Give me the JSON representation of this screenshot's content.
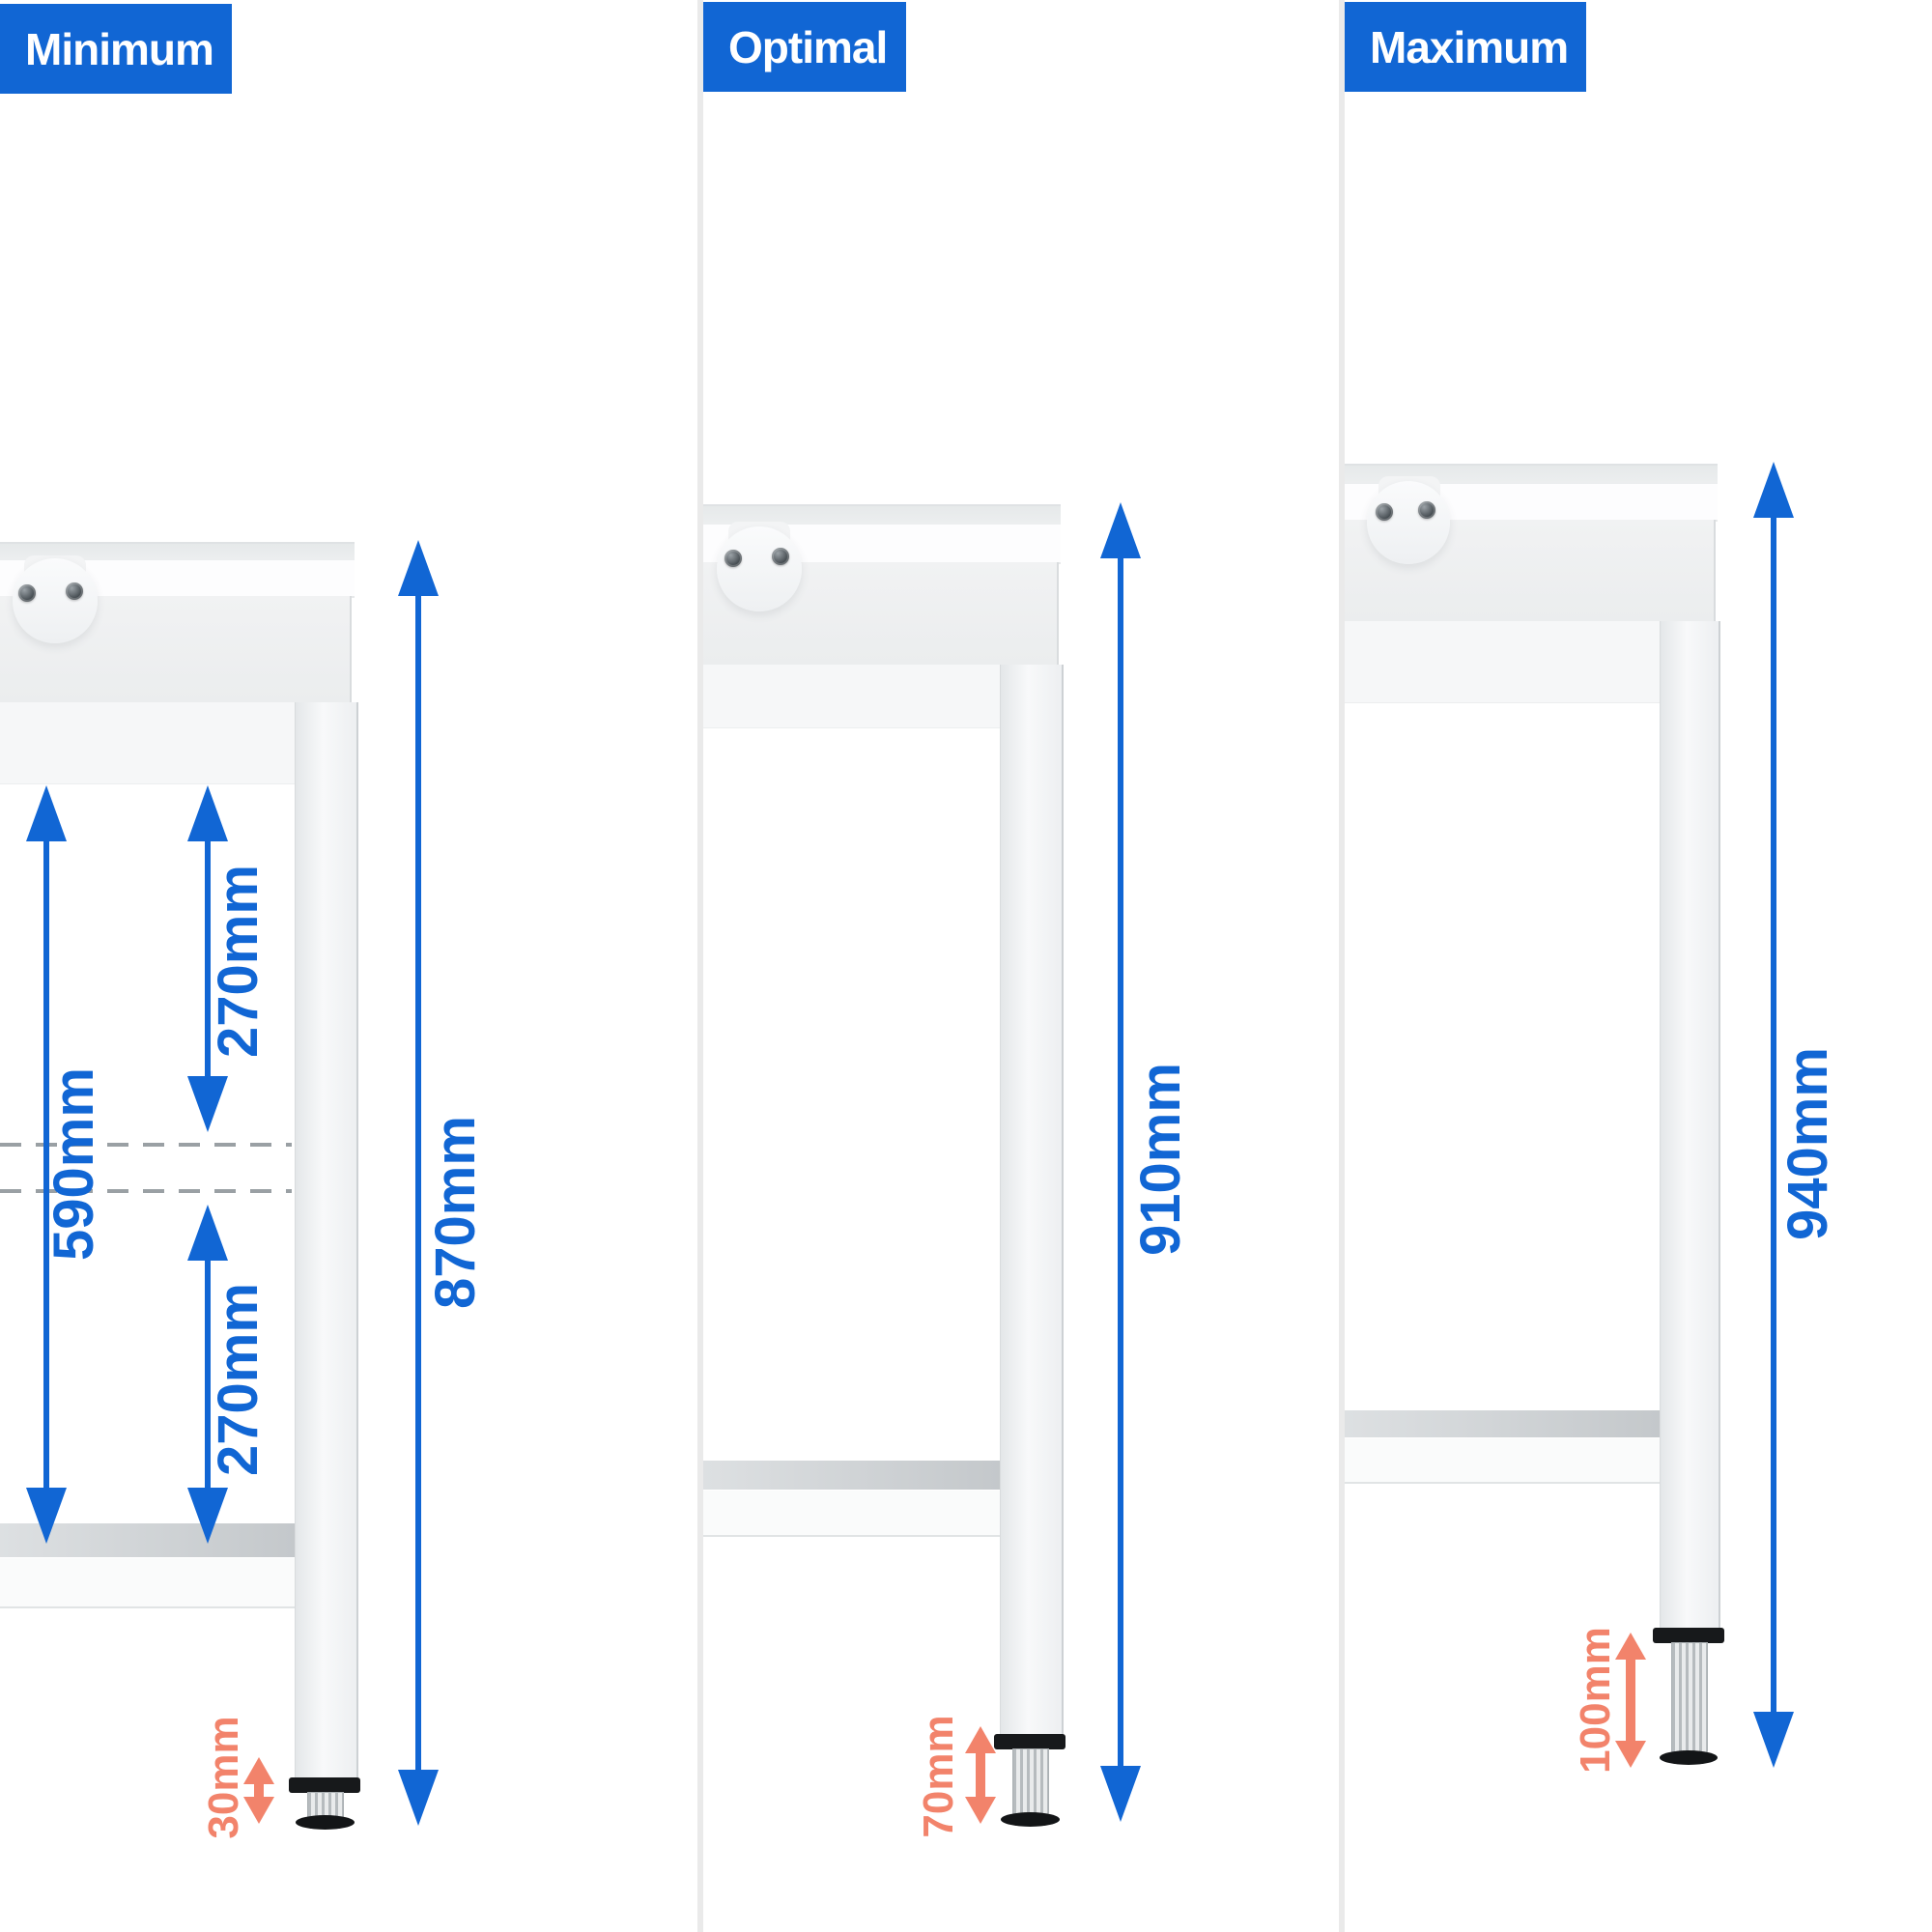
{
  "diagram": {
    "variants": [
      {
        "title": "Minimum",
        "total_height": "870mm",
        "foot_adjust": "30mm",
        "clearance": "590mm",
        "upper_gap": "270mm",
        "lower_gap": "270mm"
      },
      {
        "title": "Optimal",
        "total_height": "910mm",
        "foot_adjust": "70mm"
      },
      {
        "title": "Maximum",
        "total_height": "940mm",
        "foot_adjust": "100mm"
      }
    ],
    "colors": {
      "accent_blue": "#1166d4",
      "accent_orange": "#f2836b",
      "divider_gray": "#eaeaea",
      "dashed_line_gray": "#9aa0a4"
    }
  }
}
